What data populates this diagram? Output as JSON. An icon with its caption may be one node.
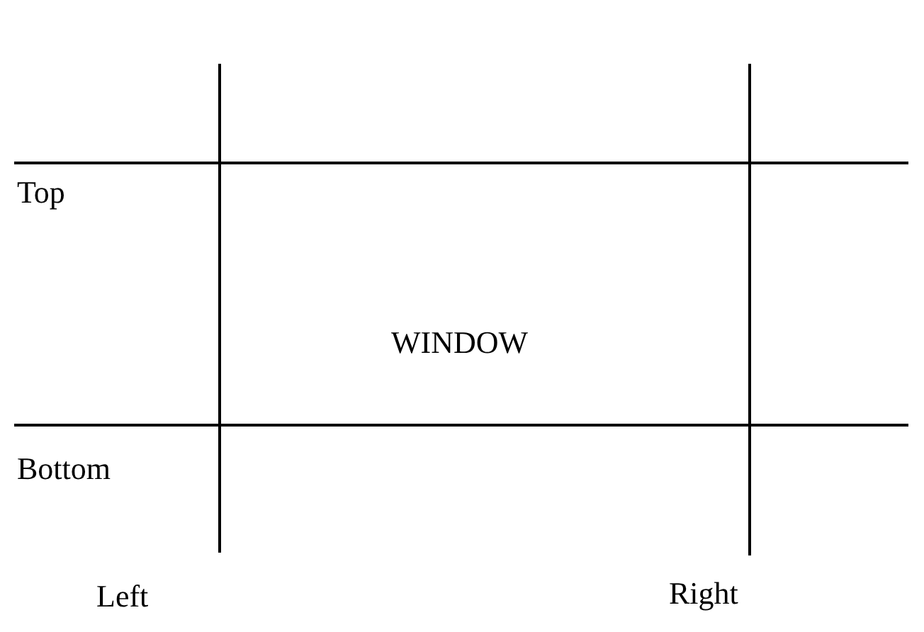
{
  "diagram": {
    "labels": [
      "Top",
      "WINDOW",
      "Bottom",
      "Left",
      "Right"
    ]
  }
}
